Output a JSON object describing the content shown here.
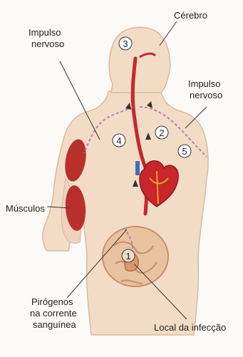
{
  "labels": {
    "cerebro": "Cérebro",
    "impulso_left_1": "Impulso",
    "impulso_left_2": "nervoso",
    "impulso_right_1": "Impulso",
    "impulso_right_2": "nervoso",
    "musculos": "Músculos",
    "pirogenos_1": "Pirógenos",
    "pirogenos_2": "na corrente",
    "pirogenos_3": "sanguínea",
    "local": "Local da infecção"
  },
  "markers": [
    "1",
    "2",
    "3",
    "4",
    "5"
  ],
  "colors": {
    "skin": "#f3dcc6",
    "skin_outline": "#d9b9a0",
    "blood": "#c8262b",
    "nerve": "#b57fb3",
    "muscle": "#b8302c",
    "intestine": "#e9c29f"
  }
}
